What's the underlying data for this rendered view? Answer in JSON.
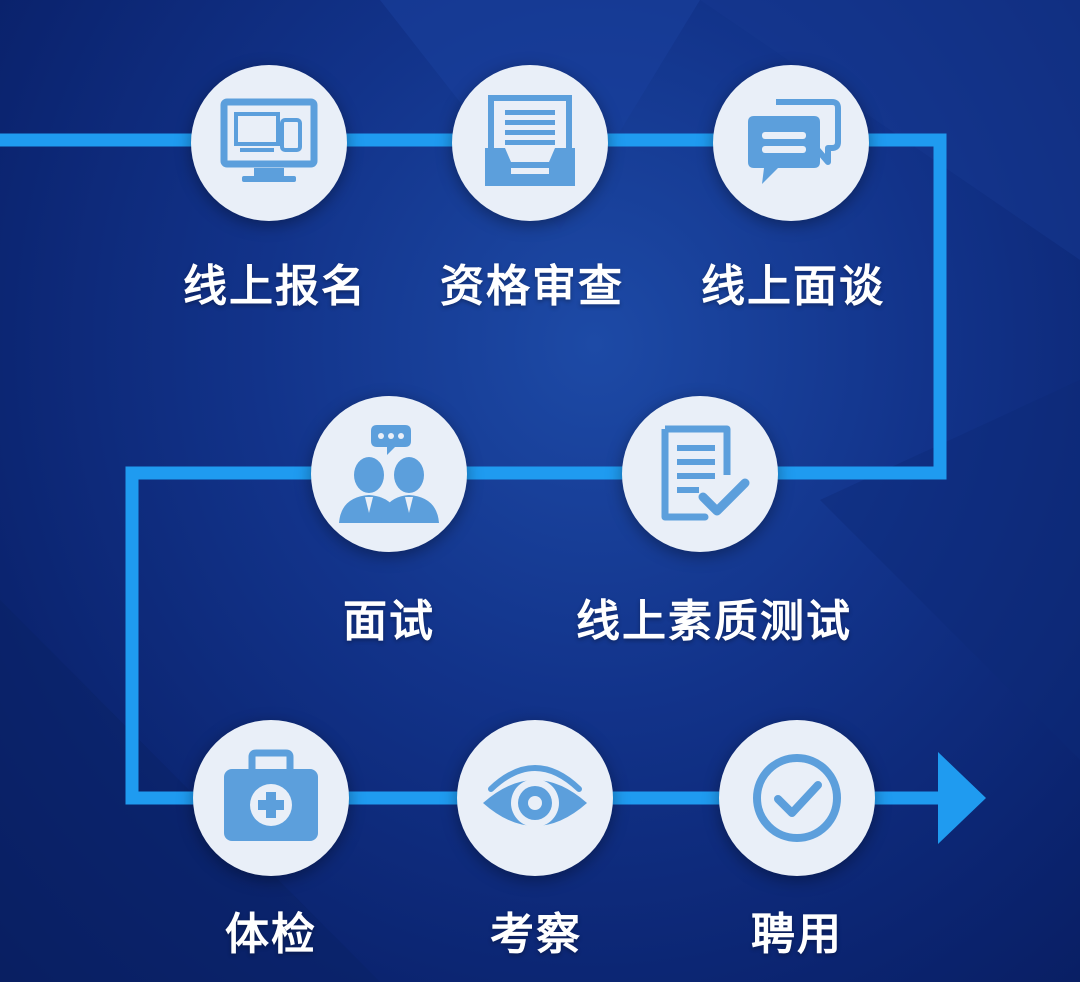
{
  "colors": {
    "line": "#1f9bf0",
    "circle": "#e9eff8",
    "icon": "#5c9fdc",
    "text": "#ffffff",
    "background": "#0f2d82"
  },
  "steps": [
    {
      "label": "线上报名",
      "icon": "computer-devices-icon"
    },
    {
      "label": "资格审查",
      "icon": "document-tray-icon"
    },
    {
      "label": "线上面谈",
      "icon": "chat-bubbles-icon"
    },
    {
      "label": "线上素质测试",
      "icon": "checklist-document-icon"
    },
    {
      "label": "面试",
      "icon": "interview-people-icon"
    },
    {
      "label": "体检",
      "icon": "medical-kit-icon"
    },
    {
      "label": "考察",
      "icon": "eye-icon"
    },
    {
      "label": "聘用",
      "icon": "check-circle-icon"
    }
  ]
}
